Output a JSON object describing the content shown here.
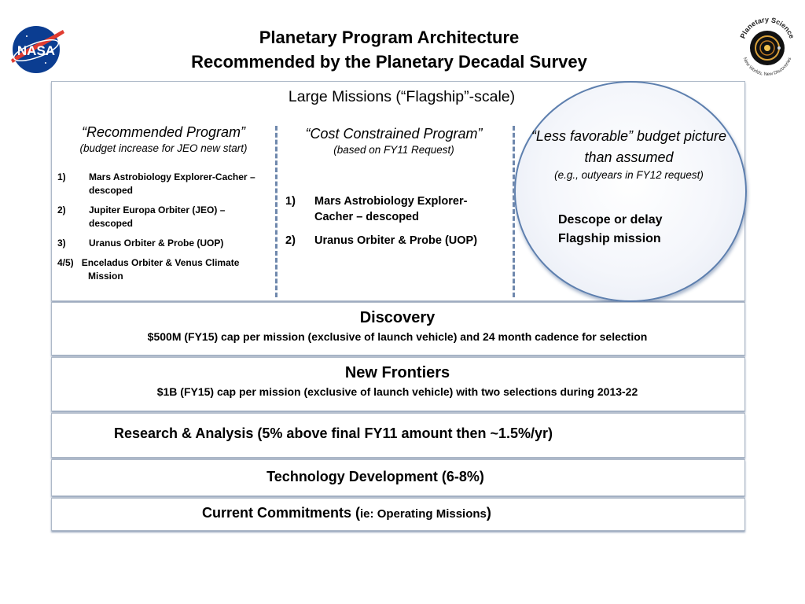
{
  "header": {
    "title_line1": "Planetary Program Architecture",
    "title_line2": "Recommended by the Planetary Decadal Survey"
  },
  "logos": {
    "nasa_text": "NASA",
    "planetary_science_text": "Planetary Science",
    "planetary_science_tagline": "New Worlds, New Discoveries"
  },
  "flagship": {
    "title": "Large Missions (“Flagship”-scale)",
    "recommended": {
      "title": "“Recommended Program”",
      "subtitle": "(budget increase for JEO new start)",
      "items": [
        {
          "num": "1)",
          "text": "Mars Astrobiology Explorer-Cacher  – descoped"
        },
        {
          "num": "2)",
          "text": "Jupiter Europa Orbiter (JEO) – descoped"
        },
        {
          "num": "3)",
          "text": "Uranus Orbiter & Probe (UOP)"
        },
        {
          "num": "4/5)",
          "text": "Enceladus Orbiter & Venus Climate Mission"
        }
      ]
    },
    "constrained": {
      "title": "“Cost Constrained Program”",
      "subtitle": "(based on FY11 Request)",
      "items": [
        {
          "num": "1)",
          "text": "Mars Astrobiology Explorer-Cacher  – descoped"
        },
        {
          "num": "2)",
          "text": "Uranus Orbiter & Probe (UOP)"
        }
      ]
    },
    "less_favorable": {
      "title": "“Less favorable” budget picture than assumed",
      "subtitle": "(e.g., outyears in  FY12 request)",
      "action": "Descope or delay Flagship mission"
    }
  },
  "discovery": {
    "title": "Discovery",
    "detail": "$500M (FY15) cap per mission (exclusive of launch vehicle) and 24 month cadence for selection"
  },
  "new_frontiers": {
    "title": "New Frontiers",
    "detail": "$1B (FY15) cap per mission (exclusive of launch vehicle) with two selections during 2013-22"
  },
  "research": {
    "text": "Research & Analysis (5% above final FY11 amount then ~1.5%/yr)"
  },
  "technology": {
    "text": "Technology Development (6-8%)"
  },
  "commitments": {
    "text_main": "Current Commitments (",
    "text_small": "ie: Operating Missions",
    "text_close": ")"
  }
}
